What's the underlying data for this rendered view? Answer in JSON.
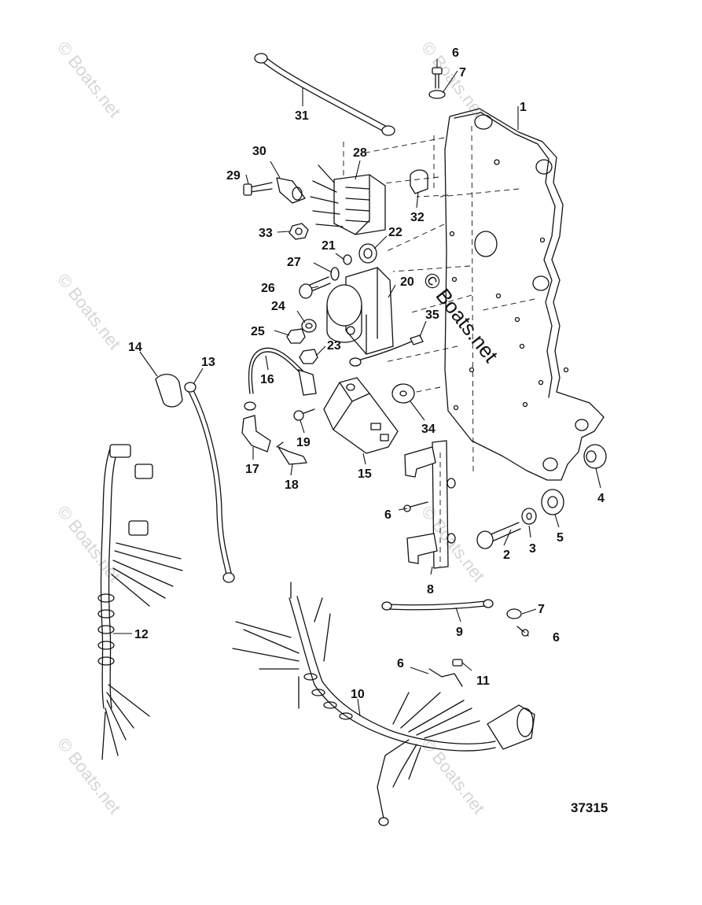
{
  "diagram": {
    "figure_number": "37315",
    "watermark": {
      "text": "© Boats.net",
      "center_text": "© Boats.net"
    },
    "callouts": [
      {
        "id": "c1",
        "label": "1"
      },
      {
        "id": "c2",
        "label": "2"
      },
      {
        "id": "c3",
        "label": "3"
      },
      {
        "id": "c4",
        "label": "4"
      },
      {
        "id": "c5",
        "label": "5"
      },
      {
        "id": "c6a",
        "label": "6"
      },
      {
        "id": "c6b",
        "label": "6"
      },
      {
        "id": "c6c",
        "label": "6"
      },
      {
        "id": "c6d",
        "label": "6"
      },
      {
        "id": "c7a",
        "label": "7"
      },
      {
        "id": "c7b",
        "label": "7"
      },
      {
        "id": "c8",
        "label": "8"
      },
      {
        "id": "c9",
        "label": "9"
      },
      {
        "id": "c10",
        "label": "10"
      },
      {
        "id": "c11",
        "label": "11"
      },
      {
        "id": "c12",
        "label": "12"
      },
      {
        "id": "c13",
        "label": "13"
      },
      {
        "id": "c14",
        "label": "14"
      },
      {
        "id": "c15",
        "label": "15"
      },
      {
        "id": "c16",
        "label": "16"
      },
      {
        "id": "c17",
        "label": "17"
      },
      {
        "id": "c18",
        "label": "18"
      },
      {
        "id": "c19",
        "label": "19"
      },
      {
        "id": "c20",
        "label": "20"
      },
      {
        "id": "c21",
        "label": "21"
      },
      {
        "id": "c22",
        "label": "22"
      },
      {
        "id": "c23",
        "label": "23"
      },
      {
        "id": "c24",
        "label": "24"
      },
      {
        "id": "c25",
        "label": "25"
      },
      {
        "id": "c26",
        "label": "26"
      },
      {
        "id": "c27",
        "label": "27"
      },
      {
        "id": "c28",
        "label": "28"
      },
      {
        "id": "c29",
        "label": "29"
      },
      {
        "id": "c30",
        "label": "30"
      },
      {
        "id": "c31",
        "label": "31"
      },
      {
        "id": "c32",
        "label": "32"
      },
      {
        "id": "c33",
        "label": "33"
      },
      {
        "id": "c34",
        "label": "34"
      },
      {
        "id": "c35",
        "label": "35"
      }
    ]
  }
}
